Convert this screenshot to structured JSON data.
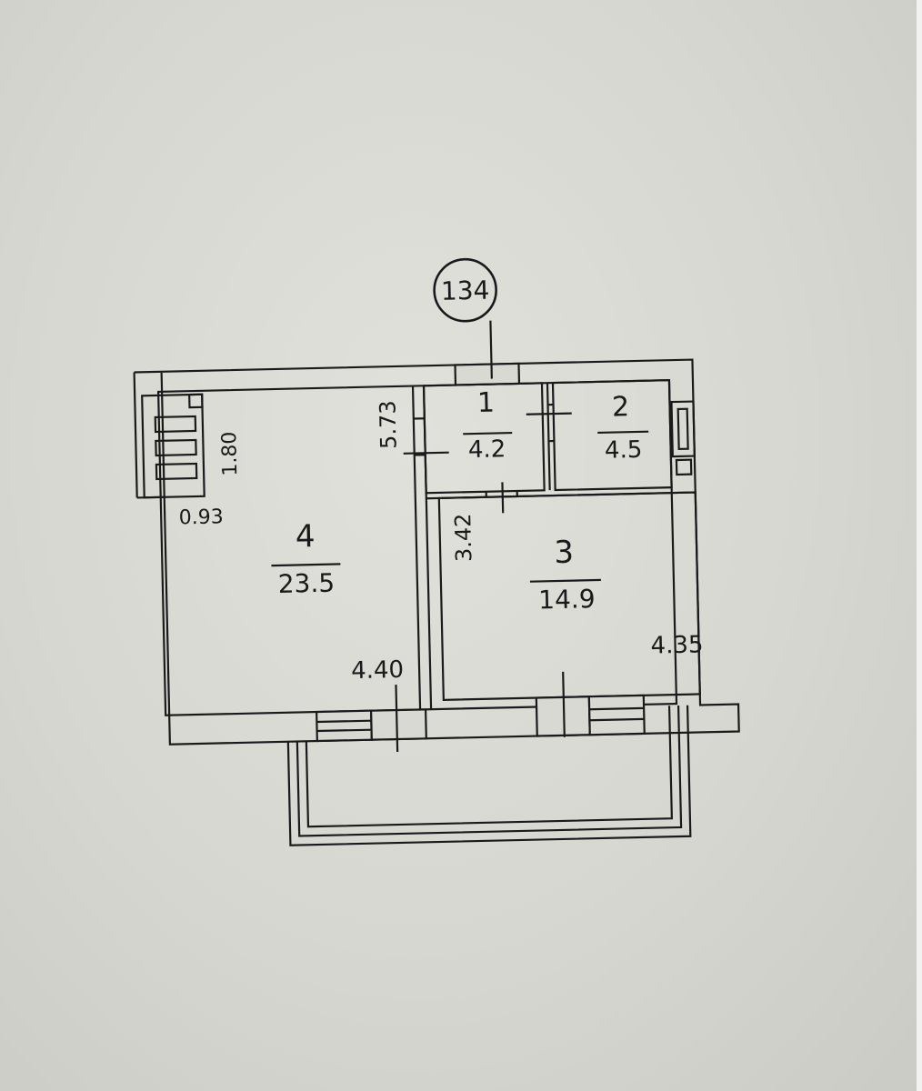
{
  "apartment": {
    "number": "134"
  },
  "rooms": [
    {
      "number": "1",
      "area": "4.2"
    },
    {
      "number": "2",
      "area": "4.5"
    },
    {
      "number": "3",
      "area": "14.9"
    },
    {
      "number": "4",
      "area": "23.5"
    }
  ],
  "dimensions": {
    "d1": "5.73",
    "d2": "1.80",
    "d3": "0.93",
    "d4": "3.42",
    "d5": "4.40",
    "d6": "4.35"
  },
  "colors": {
    "paper": "#d9d9d4",
    "ink": "#1a1a1a"
  }
}
